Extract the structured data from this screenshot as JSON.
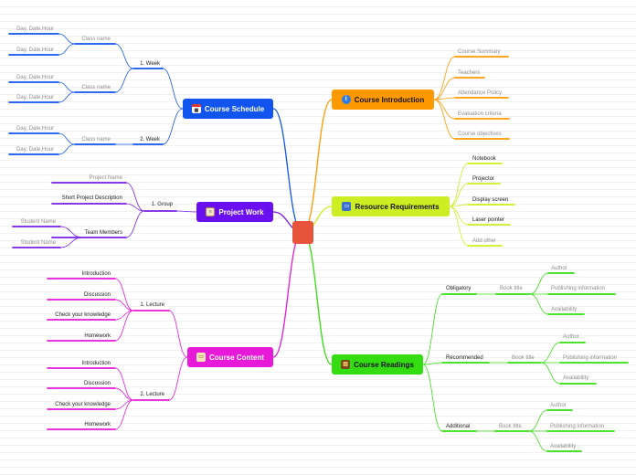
{
  "colors": {
    "schedule": "#1155ee",
    "project": "#7a1fe0",
    "content": "#e61ad8",
    "introduction": "#ff9900",
    "resources": "#ccee22",
    "readings": "#33dd11",
    "central": "#e8533b"
  },
  "central": {
    "label": ""
  },
  "topics": {
    "schedule": {
      "label": "Course Schedule",
      "icon": "calendar-icon"
    },
    "project": {
      "label": "Project Work",
      "icon": "clipboard-icon"
    },
    "content": {
      "label": "Course Content",
      "icon": "folder-icon"
    },
    "introduction": {
      "label": "Course Introduction",
      "icon": "info-icon"
    },
    "resources": {
      "label": "Resource Requirements",
      "icon": "monitor-icon"
    },
    "readings": {
      "label": "Course Readings",
      "icon": "books-icon"
    }
  },
  "schedule": {
    "week1": "1.  Week",
    "week2": "2.  Week",
    "class_name": "Class name",
    "day_date_hour": "Day, Date,Hour"
  },
  "project": {
    "group": "1.  Group",
    "project_name": "Project Name",
    "short_description": "Short Project Description",
    "team_members": "Team Members",
    "student_name": "Student Name"
  },
  "content": {
    "lecture1": "1.  Lecture",
    "lecture2": "2.  Lecture",
    "introduction": "Introduction",
    "discussion": "Discussion",
    "check_knowledge": "Check your knowledge",
    "homework": "Homework"
  },
  "introduction": {
    "items": [
      "Course Summary",
      "Teachers",
      "Attendance Policy",
      "Evaluation criteria",
      "Course objectives"
    ]
  },
  "resources": {
    "items": [
      "Notebook",
      "Projector",
      "Display screen",
      "Laser pointer",
      "Add other"
    ]
  },
  "readings": {
    "obligatory": "Obligatory",
    "recommended": "Recommended",
    "additional": "Additional",
    "book_title": "Book title",
    "author": "Author",
    "publishing": "Publishing information",
    "availability": "Availability"
  }
}
